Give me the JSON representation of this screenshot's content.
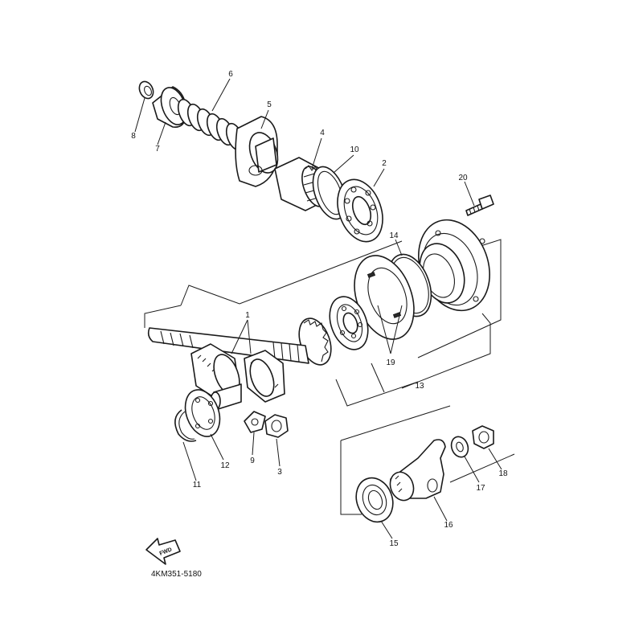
{
  "callouts": {
    "n1": "1",
    "n2": "2",
    "n3": "3",
    "n4": "4",
    "n5": "5",
    "n6": "6",
    "n7": "7",
    "n8": "8",
    "n9": "9",
    "n10": "10",
    "n11": "11",
    "n12": "12",
    "n13": "13",
    "n14": "14",
    "n15": "15",
    "n16": "16",
    "n17": "17",
    "n18": "18",
    "n19": "19",
    "n20": "20"
  },
  "direction_arrow": {
    "label": "FWD",
    "icon": "forward-arrow-icon"
  },
  "diagram_code": "4KM351-5180"
}
